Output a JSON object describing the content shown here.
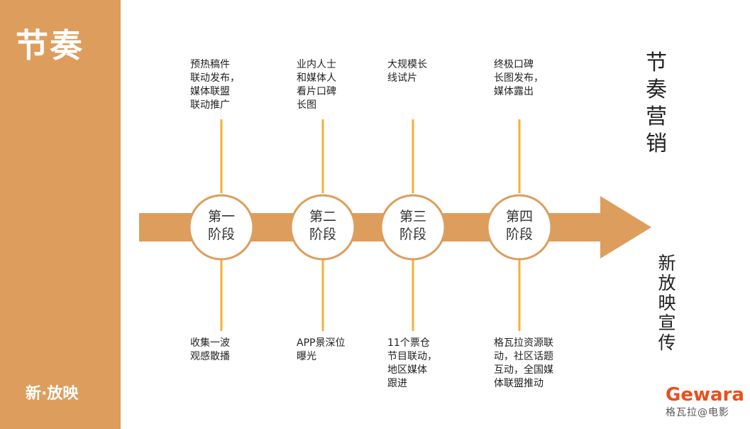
{
  "sidebar": {
    "title": "节奏",
    "brand": "新·放映",
    "color": "#dd9d5c"
  },
  "stages": [
    {
      "label_line1": "第一",
      "label_line2": "阶段",
      "top_text": "预热稿件\n联动发布，\n媒体联盟\n联动推广",
      "bottom_text": "收集一波\n观感散播"
    },
    {
      "label_line1": "第二",
      "label_line2": "阶段",
      "top_text": "业内人士\n和媒体人\n看片口碑\n长图",
      "bottom_text": "APP景深位\n曝光"
    },
    {
      "label_line1": "第三",
      "label_line2": "阶段",
      "top_text": "大规模长\n线试片",
      "bottom_text": "11个票仓\n节目联动，\n地区媒体\n跟进"
    },
    {
      "label_line1": "第四",
      "label_line2": "阶段",
      "top_text": "终极口碑\n长图发布，\n媒体露出",
      "bottom_text": "格瓦拉资源联\n动，社区话题\n互动，全国媒\n体联盟推动"
    }
  ],
  "right_top_vertical": "节奏营销",
  "right_bottom_vertical": "新放映宣传",
  "logo": {
    "word": "Gewara",
    "subtitle": "格瓦拉@电影",
    "color": "#e8501e"
  },
  "colors": {
    "arrow": "#dd9d5c",
    "connector": "#f2b233",
    "circle_fill": "#ffffff"
  }
}
